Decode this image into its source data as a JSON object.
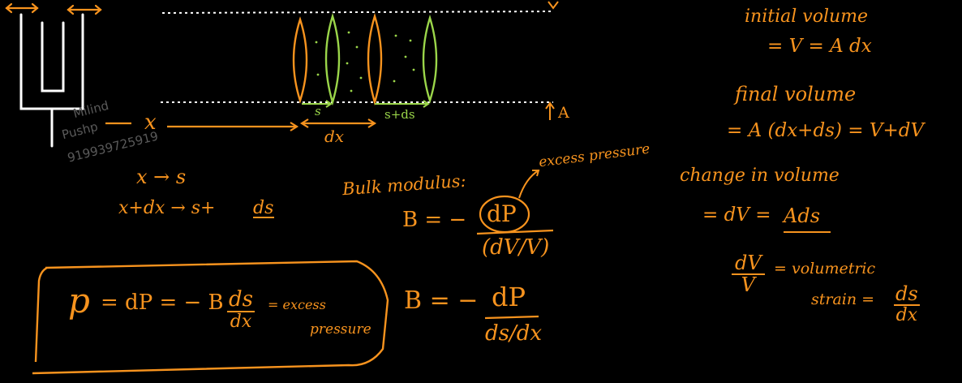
{
  "colors": {
    "ink": "#f7931e",
    "wave": "#9bd64a",
    "apparatus": "#ffffff",
    "background": "#000000"
  },
  "watermark": {
    "line1": "Milind",
    "line2": "Pushp",
    "line3": "919939725919"
  },
  "diagram": {
    "x_label": "x",
    "dx_label": "dx",
    "s_label": "s",
    "s_ds_label": "s+ds",
    "area_label": "A"
  },
  "map": {
    "line1": "x → s",
    "line2_left": "x+dx → s+",
    "line2_ds": "ds"
  },
  "bulk": {
    "title": "Bulk modulus:",
    "annotation": "excess pressure",
    "eq1_lhs": "B = −",
    "eq1_num": "dP",
    "eq1_den": "(dV/V)",
    "eq2_lhs": "B = −",
    "eq2_num": "dP",
    "eq2_den": "ds/dx"
  },
  "boxed": {
    "p": "p",
    "mid": "= dP = − B",
    "frac_num": "ds",
    "frac_den": "dx",
    "tail": "= excess",
    "tail2": "pressure"
  },
  "right": {
    "initial_title": "initial volume",
    "initial_eq": "= V = A dx",
    "final_title": "final volume",
    "final_eq": "= A (dx+ds) = V+dV",
    "change_title": "change in volume",
    "change_eq_left": "= dV = ",
    "change_eq_ads": "Ads",
    "strain_num": "dV",
    "strain_den": "V",
    "strain_eq": "= volumetric",
    "strain_word": "strain =",
    "strain_frac_num": "ds",
    "strain_frac_den": "dx"
  }
}
